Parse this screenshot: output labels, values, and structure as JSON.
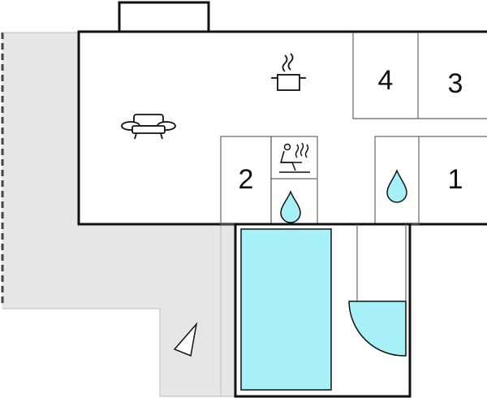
{
  "rooms": {
    "bedroom_1": {
      "label": "1"
    },
    "bedroom_2": {
      "label": "2"
    },
    "bedroom_3": {
      "label": "3"
    },
    "bedroom_4": {
      "label": "4"
    }
  },
  "icons": {
    "living_room": "sofa-icon",
    "kitchen": "cooking-pot-icon",
    "sauna": "sauna-icon",
    "bathroom_left": "water-drop-icon",
    "bathroom_right": "water-drop-icon",
    "north": "north-arrow-icon"
  },
  "colors": {
    "walls": "#111111",
    "interior_lines": "#666666",
    "terrace_fill": "#e6e6e6",
    "pool_fill": "#a8f0f8",
    "water_icon_fill": "#a8f0f8",
    "background": "#ffffff"
  }
}
